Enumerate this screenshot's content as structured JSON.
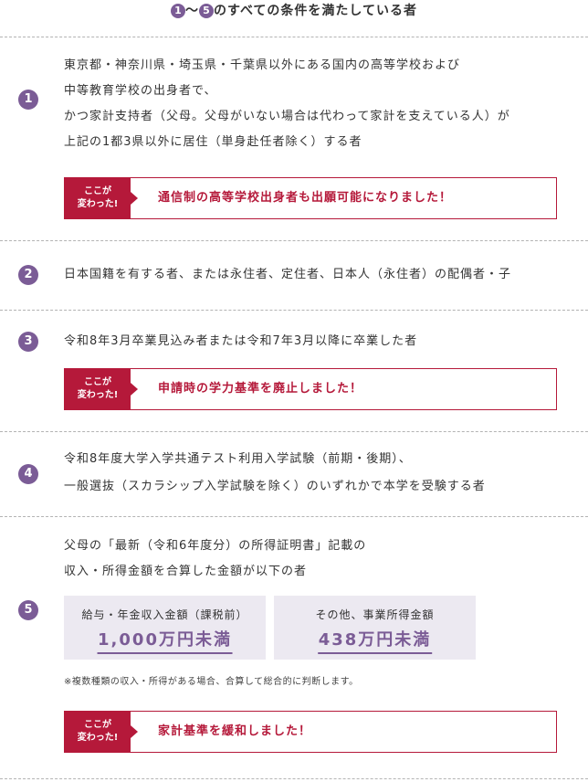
{
  "header": {
    "num_start": "1",
    "tilde": "〜",
    "num_end": "5",
    "title": "のすべての条件を満たしている者"
  },
  "colors": {
    "accent_purple": "#7b5c96",
    "accent_red": "#b5193a",
    "box_bg": "#ece9f1"
  },
  "conditions": [
    {
      "number": "1",
      "lines": [
        "東京都・神奈川県・埼玉県・千葉県以外にある国内の高等学校および",
        "中等教育学校の出身者で、",
        "かつ家計支持者（父母。父母がいない場合は代わって家計を支えている人）が",
        "上記の1都3県以外に居住（単身赴任者除く）する者"
      ],
      "callout": {
        "tag_line1": "ここが",
        "tag_line2": "変わった!",
        "text": "通信制の高等学校出身者も出願可能になりました！"
      }
    },
    {
      "number": "2",
      "lines": [
        "日本国籍を有する者、または永住者、定住者、日本人（永住者）の配偶者・子"
      ]
    },
    {
      "number": "3",
      "lines": [
        "令和8年3月卒業見込み者または令和7年3月以降に卒業した者"
      ],
      "callout": {
        "tag_line1": "ここが",
        "tag_line2": "変わった!",
        "text": "申請時の学力基準を廃止しました！"
      }
    },
    {
      "number": "4",
      "lines": [
        "令和8年度大学入学共通テスト利用入学試験（前期・後期）、",
        "一般選抜（スカラシップ入学試験を除く）のいずれかで本学を受験する者"
      ]
    },
    {
      "number": "5",
      "lines": [
        "父母の「最新（令和6年度分）の所得証明書」記載の",
        "収入・所得金額を合算した金額が以下の者"
      ],
      "income_boxes": [
        {
          "label": "給与・年金収入金額（課税前）",
          "value": "1,000万円未満"
        },
        {
          "label": "その他、事業所得金額",
          "value": "438万円未満"
        }
      ],
      "note": "※複数種類の収入・所得がある場合、合算して総合的に判断します。",
      "callout": {
        "tag_line1": "ここが",
        "tag_line2": "変わった!",
        "text": "家計基準を緩和しました！"
      }
    }
  ]
}
